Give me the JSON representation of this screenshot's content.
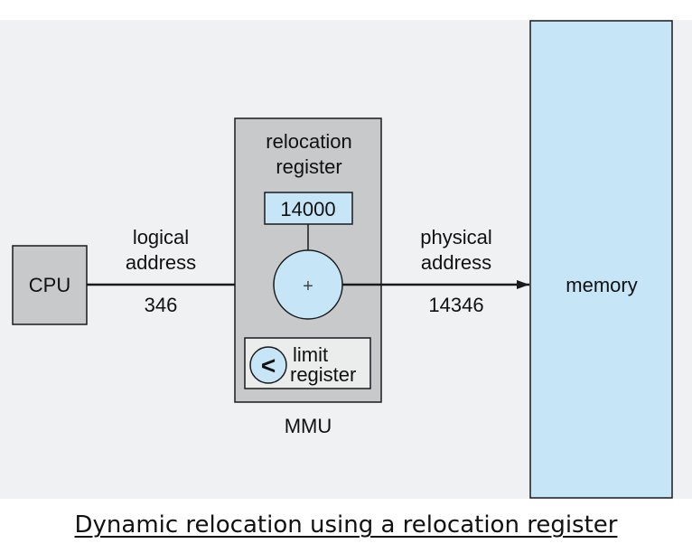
{
  "diagram": {
    "cpu": {
      "label": "CPU"
    },
    "mmu": {
      "label": "MMU",
      "relocation_register": {
        "label_line1": "relocation",
        "label_line2": "register",
        "value": "14000"
      },
      "adder_symbol": "+",
      "limit_register": {
        "comparator_symbol": "<",
        "label_line1": "limit",
        "label_line2": "register"
      }
    },
    "logical_address": {
      "label_line1": "logical",
      "label_line2": "address",
      "value": "346"
    },
    "physical_address": {
      "label_line1": "physical",
      "label_line2": "address",
      "value": "14346"
    },
    "memory": {
      "label": "memory"
    },
    "colors": {
      "background_panel": "#f0f1f2",
      "box_gray": "#c8c9cb",
      "light_blue": "#c6e6f8",
      "inner_gray": "#ebecec",
      "stroke": "#1a1a1a"
    }
  },
  "caption": "Dynamic relocation using a relocation register"
}
